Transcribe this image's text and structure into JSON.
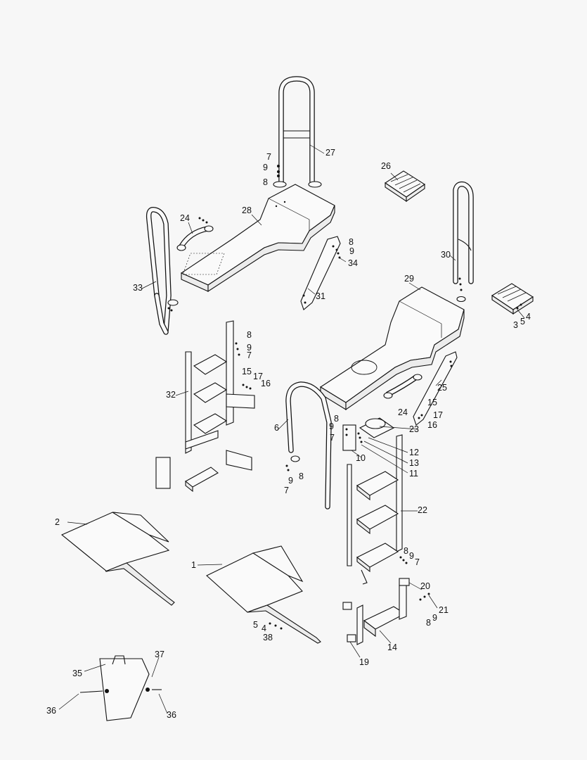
{
  "callouts": [
    {
      "id": "c1",
      "text": "1"
    },
    {
      "id": "c2",
      "text": "2"
    },
    {
      "id": "c3",
      "text": "3"
    },
    {
      "id": "c4a",
      "text": "4"
    },
    {
      "id": "c4b",
      "text": "4"
    },
    {
      "id": "c5a",
      "text": "5"
    },
    {
      "id": "c5b",
      "text": "5"
    },
    {
      "id": "c6",
      "text": "6"
    },
    {
      "id": "c7a",
      "text": "7"
    },
    {
      "id": "c7b",
      "text": "7"
    },
    {
      "id": "c7c",
      "text": "7"
    },
    {
      "id": "c7d",
      "text": "7"
    },
    {
      "id": "c7e",
      "text": "7"
    },
    {
      "id": "c8a",
      "text": "8"
    },
    {
      "id": "c8b",
      "text": "8"
    },
    {
      "id": "c8c",
      "text": "8"
    },
    {
      "id": "c8d",
      "text": "8"
    },
    {
      "id": "c8e",
      "text": "8"
    },
    {
      "id": "c8f",
      "text": "8"
    },
    {
      "id": "c8g",
      "text": "8"
    },
    {
      "id": "c9a",
      "text": "9"
    },
    {
      "id": "c9b",
      "text": "9"
    },
    {
      "id": "c9c",
      "text": "9"
    },
    {
      "id": "c9d",
      "text": "9"
    },
    {
      "id": "c9e",
      "text": "9"
    },
    {
      "id": "c9f",
      "text": "9"
    },
    {
      "id": "c9g",
      "text": "9"
    },
    {
      "id": "c10",
      "text": "10"
    },
    {
      "id": "c11",
      "text": "11"
    },
    {
      "id": "c12",
      "text": "12"
    },
    {
      "id": "c13",
      "text": "13"
    },
    {
      "id": "c14",
      "text": "14"
    },
    {
      "id": "c15a",
      "text": "15"
    },
    {
      "id": "c15b",
      "text": "15"
    },
    {
      "id": "c16a",
      "text": "16"
    },
    {
      "id": "c16b",
      "text": "16"
    },
    {
      "id": "c17a",
      "text": "17"
    },
    {
      "id": "c17b",
      "text": "17"
    },
    {
      "id": "c19",
      "text": "19"
    },
    {
      "id": "c20",
      "text": "20"
    },
    {
      "id": "c21",
      "text": "21"
    },
    {
      "id": "c22",
      "text": "22"
    },
    {
      "id": "c23",
      "text": "23"
    },
    {
      "id": "c24a",
      "text": "24"
    },
    {
      "id": "c24b",
      "text": "24"
    },
    {
      "id": "c25",
      "text": "25"
    },
    {
      "id": "c26",
      "text": "26"
    },
    {
      "id": "c27",
      "text": "27"
    },
    {
      "id": "c28",
      "text": "28"
    },
    {
      "id": "c29",
      "text": "29"
    },
    {
      "id": "c30",
      "text": "30"
    },
    {
      "id": "c31",
      "text": "31"
    },
    {
      "id": "c32",
      "text": "32"
    },
    {
      "id": "c33",
      "text": "33"
    },
    {
      "id": "c34",
      "text": "34"
    },
    {
      "id": "c35",
      "text": "35"
    },
    {
      "id": "c36a",
      "text": "36"
    },
    {
      "id": "c36b",
      "text": "36"
    },
    {
      "id": "c37",
      "text": "37"
    },
    {
      "id": "c38",
      "text": "38"
    }
  ]
}
